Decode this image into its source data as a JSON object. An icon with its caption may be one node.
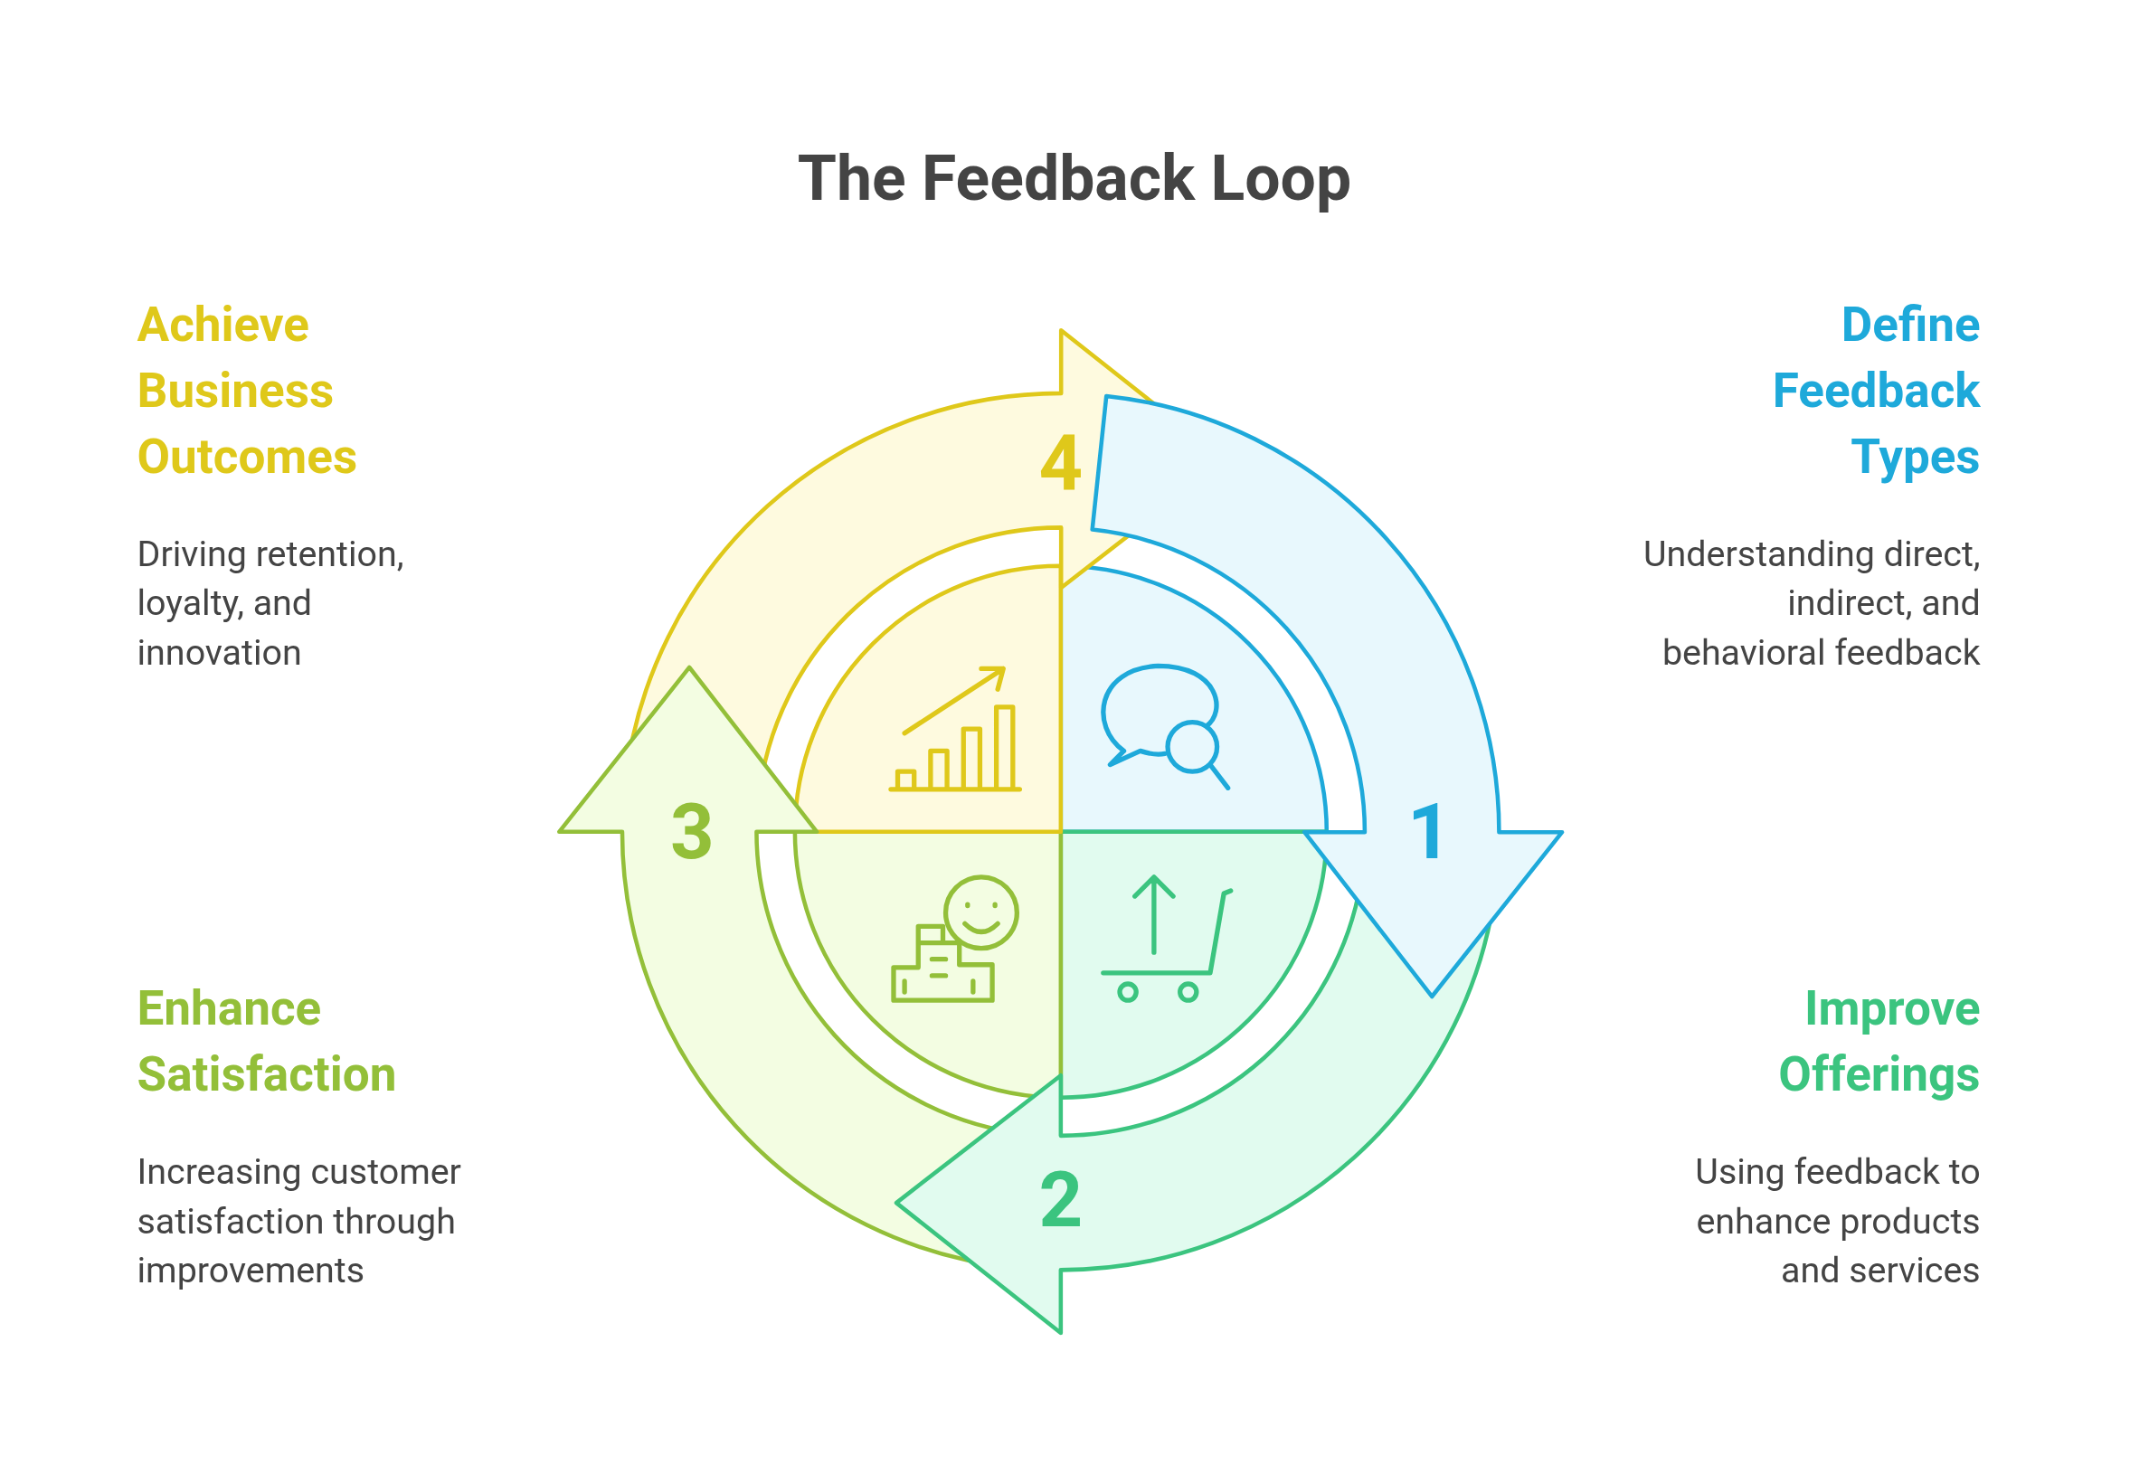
{
  "diagram": {
    "title": "The Feedback Loop",
    "nodes": [
      {
        "text": [
          "1"
        ]
      },
      {
        "text": [
          "2"
        ]
      },
      {
        "text": [
          "3"
        ]
      },
      {
        "text": [
          "4"
        ]
      }
    ],
    "labels": [
      "Achieve Business Outcomes",
      "Define Feedback Types",
      "Driving retention, loyalty, and innovation",
      "Understanding direct, indirect, and behavioral feedback",
      "Enhance Satisfaction",
      "Improve Offerings",
      "Increasing customer satisfaction through improvements",
      "Using feedback to enhance products and services"
    ]
  }
}
